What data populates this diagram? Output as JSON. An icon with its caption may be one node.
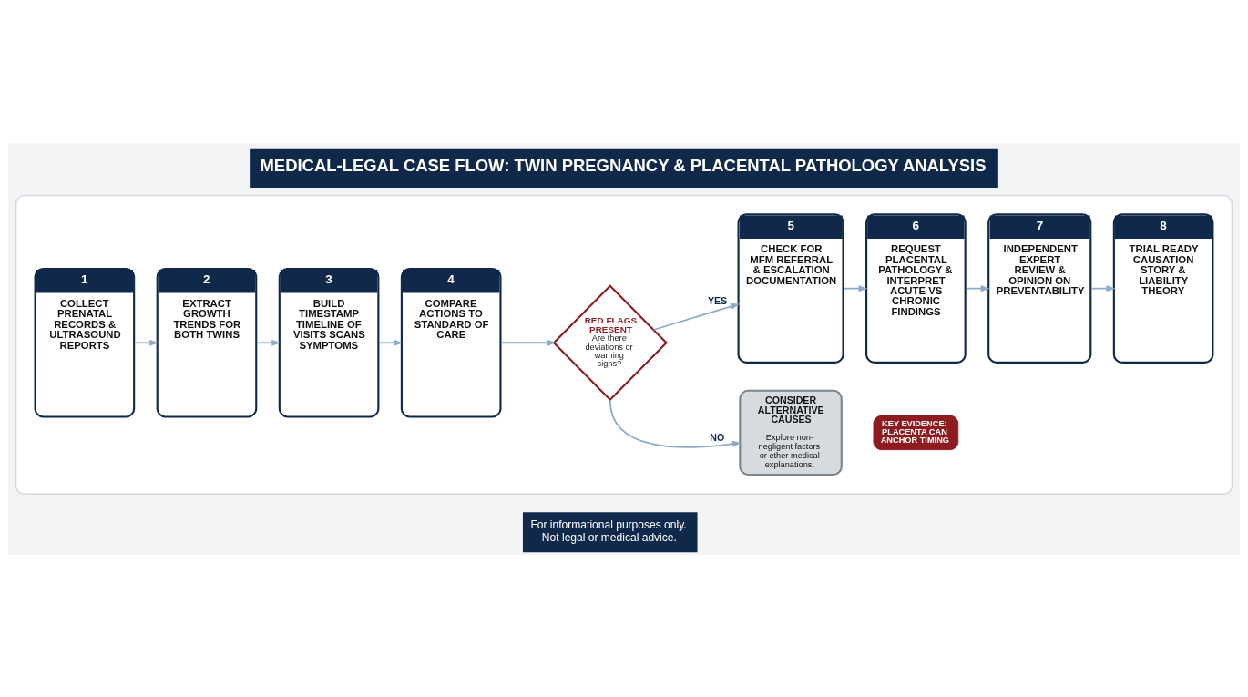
{
  "diagram": {
    "title": "MEDICAL-LEGAL CASE FLOW: TWIN PREGNANCY & PLACENTAL PATHOLOGY ANALYSIS",
    "caption": "For informational purposes only. Not legal or medical advice.",
    "nodes": [
      {
        "text": [],
        "shape": "box"
      },
      {
        "text": [
          "1",
          "COLLECT PRENATAL RECORDS & ULTRASOUND REPORTS"
        ],
        "in": 0
      },
      {
        "text": [
          "2",
          "EXTRACT GROWTH TRENDS FOR BOTH TWINS"
        ],
        "in": 0
      },
      {
        "text": [
          "3",
          "BUILD TIMESTAMP TIMELINE OF VISITS SCANS SYMPTOMS"
        ],
        "in": 0
      },
      {
        "text": [
          "4",
          "COMPARE ACTIONS TO STANDARD OF CARE"
        ],
        "in": 0
      },
      {
        "text": [
          "RED FLAGS PRESENT",
          "Are there deviations or warning signs?"
        ],
        "in": 0
      },
      {
        "text": [
          "5",
          "CHECK FOR MFM REFERRAL & ESCALATION DOCUMENTATION"
        ],
        "in": 0
      },
      {
        "text": [
          "CONSIDER ALTERNATIVE CAUSES",
          "Explore non-negligent factors or ether medical explanations."
        ],
        "in": 0
      },
      {
        "text": [
          "6",
          "REQUEST PLACENTAL PATHOLOGY & INTERPRET ACUTE VS CHRONIC FINDINGS"
        ],
        "in": 0
      },
      {
        "text": [
          "KEY EVIDENCE: PLACENTA CAN ANCHOR TIMING"
        ],
        "in": 0
      },
      {
        "text": [
          "7",
          "INDEPENDENT EXPERT REVIEW & OPINION ON PREVENTABILITY"
        ],
        "in": 0
      },
      {
        "text": [
          "8",
          "TRIAL READY CAUSATION STORY & LIABILITY THEORY"
        ],
        "in": 0
      }
    ],
    "edges": [
      {
        "from": 1,
        "to": 2,
        "arrow": "to"
      },
      {
        "from": 2,
        "to": 3,
        "arrow": "to"
      },
      {
        "from": 3,
        "to": 4,
        "arrow": "to"
      },
      {
        "from": 4,
        "to": 5,
        "arrow": "to"
      },
      {
        "from": 5,
        "to": 6,
        "arrow": "to",
        "label": "YES"
      },
      {
        "from": 5,
        "to": 7,
        "arrow": "to",
        "label": "NO"
      },
      {
        "from": 6,
        "to": 8,
        "arrow": "to"
      },
      {
        "from": 8,
        "to": 10,
        "arrow": "to"
      },
      {
        "from": 10,
        "to": 11,
        "arrow": "to"
      }
    ]
  }
}
